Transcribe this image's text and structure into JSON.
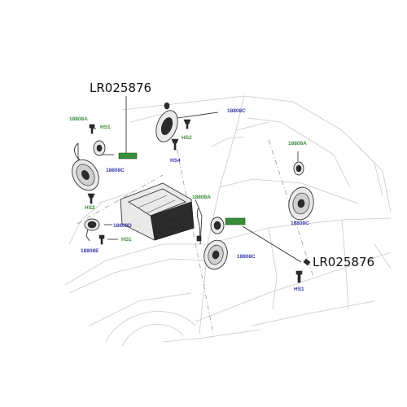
{
  "colors": {
    "green_label": "#3a8a3a",
    "blue_label": "#3a3aa8",
    "callout": "#111111"
  },
  "callouts": [
    {
      "id": "callout-top",
      "text": "LR025876"
    },
    {
      "id": "callout-right",
      "text": "LR025876"
    }
  ],
  "labels": {
    "a1": "18808A",
    "h1": "HS1",
    "c1": "18808C",
    "c2": "18808C",
    "h2": "HS2",
    "h4": "HS4",
    "h2b": "HS2",
    "a2": "18808A",
    "a3": "18808A",
    "d1": "18808D",
    "e1": "18808E",
    "h1b": "HS1",
    "c3": "18808C",
    "c4": "18808C",
    "h1c": "HS1"
  }
}
